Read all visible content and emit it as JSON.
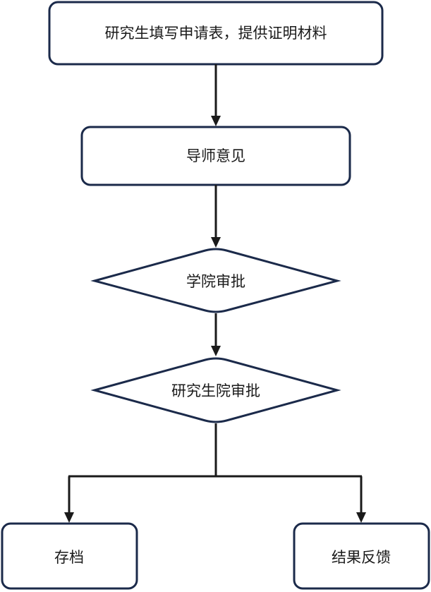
{
  "diagram": {
    "nodes": {
      "submit": {
        "label": "研究生填写申请表，提供证明材料"
      },
      "advisor": {
        "label": "导师意见"
      },
      "college": {
        "label": "学院审批"
      },
      "graduate_school": {
        "label": "研究生院审批"
      },
      "archive": {
        "label": "存档"
      },
      "feedback": {
        "label": "结果反馈"
      }
    },
    "colors": {
      "node_border": "#1b2a4a",
      "connector": "#1a1a1a",
      "text": "#1a1a1a",
      "background": "#ffffff"
    }
  }
}
